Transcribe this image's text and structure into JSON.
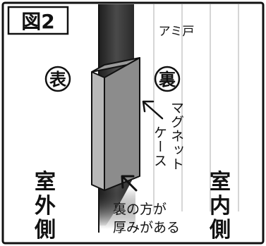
{
  "figure": {
    "label": "図2"
  },
  "screen": {
    "label": "アミ戸"
  },
  "sides": {
    "front_marker": "表",
    "back_marker": "裏",
    "outdoor_label": [
      "室",
      "外",
      "側"
    ],
    "indoor_label": [
      "室",
      "内",
      "側"
    ]
  },
  "callouts": {
    "magnet_case": [
      "マグネット",
      "ケース"
    ],
    "thicker_back": [
      "裏の方が",
      "厚みがある"
    ]
  },
  "colors": {
    "frame_dark": "#3a3a3a",
    "case_front": "#8c8c8c",
    "case_side": "#b8b8b8",
    "screen_lines": "#c8c8c8",
    "ink": "#111111"
  }
}
